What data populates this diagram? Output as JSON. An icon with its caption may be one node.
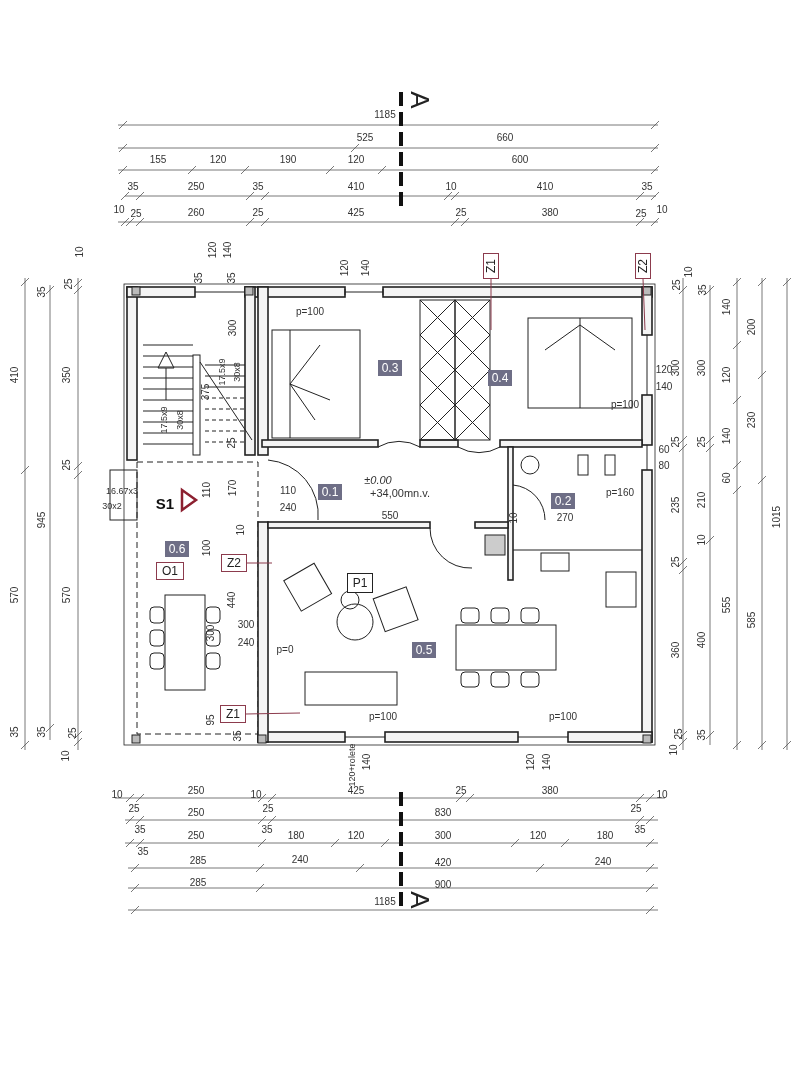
{
  "diagram": {
    "nodes": [
      {
        "text": [
          "Z1"
        ]
      },
      {
        "text": [
          "Z2"
        ]
      },
      {
        "text": [
          "0.3"
        ]
      },
      {
        "text": [
          "0.4"
        ]
      },
      {
        "text": [
          "0.1"
        ]
      },
      {
        "text": [
          "0.2"
        ]
      },
      {
        "text": [
          "0.6"
        ]
      },
      {
        "text": [
          "O1"
        ]
      },
      {
        "text": [
          "Z2"
        ]
      },
      {
        "text": [
          "P1"
        ]
      },
      {
        "text": [
          "0.5"
        ]
      },
      {
        "text": [
          "Z1"
        ]
      }
    ],
    "edges": [
      {
        "from": 0,
        "to": null,
        "arrow": "none"
      },
      {
        "from": 1,
        "to": null,
        "arrow": "none"
      },
      {
        "from": 8,
        "to": null,
        "arrow": "none"
      },
      {
        "from": 11,
        "to": null,
        "arrow": "none"
      }
    ],
    "labels": [
      "A",
      "1185",
      "525",
      "660",
      "155",
      "120",
      "190",
      "120",
      "600",
      "35",
      "250",
      "35",
      "410",
      "10",
      "410",
      "35",
      "10",
      "25",
      "260",
      "25",
      "425",
      "25",
      "380",
      "25",
      "10",
      "120",
      "140",
      "120",
      "140",
      "10",
      "35",
      "35",
      "35",
      "25",
      "410",
      "350",
      "300",
      "17.5x9",
      "30x8",
      "375",
      "17.5x9",
      "30x8",
      "25",
      "25",
      "945",
      "16.67x3",
      "30x2",
      "S1",
      "110",
      "170",
      "10",
      "100",
      "570",
      "570",
      "440",
      "300",
      "300",
      "240",
      "35",
      "35",
      "25",
      "95",
      "35",
      "10",
      "p=100",
      "p=100",
      "110",
      "±0.00",
      "+34,00mn.v.",
      "240",
      "550",
      "10",
      "270",
      "p=160",
      "p=0",
      "p=100",
      "p=100",
      "10",
      "25",
      "35",
      "140",
      "200",
      "120",
      "140",
      "300",
      "300",
      "120",
      "230",
      "25",
      "25",
      "140",
      "60",
      "80",
      "60",
      "235",
      "210",
      "1015",
      "10",
      "25",
      "555",
      "585",
      "360",
      "400",
      "10",
      "25",
      "35",
      "120+rolete",
      "140",
      "120",
      "140",
      "10",
      "250",
      "10",
      "425",
      "25",
      "380",
      "10",
      "25",
      "250",
      "25",
      "830",
      "25",
      "35",
      "250",
      "35",
      "180",
      "120",
      "300",
      "120",
      "180",
      "35",
      "35",
      "285",
      "240",
      "420",
      "240",
      "285",
      "900",
      "1185",
      "A"
    ]
  }
}
